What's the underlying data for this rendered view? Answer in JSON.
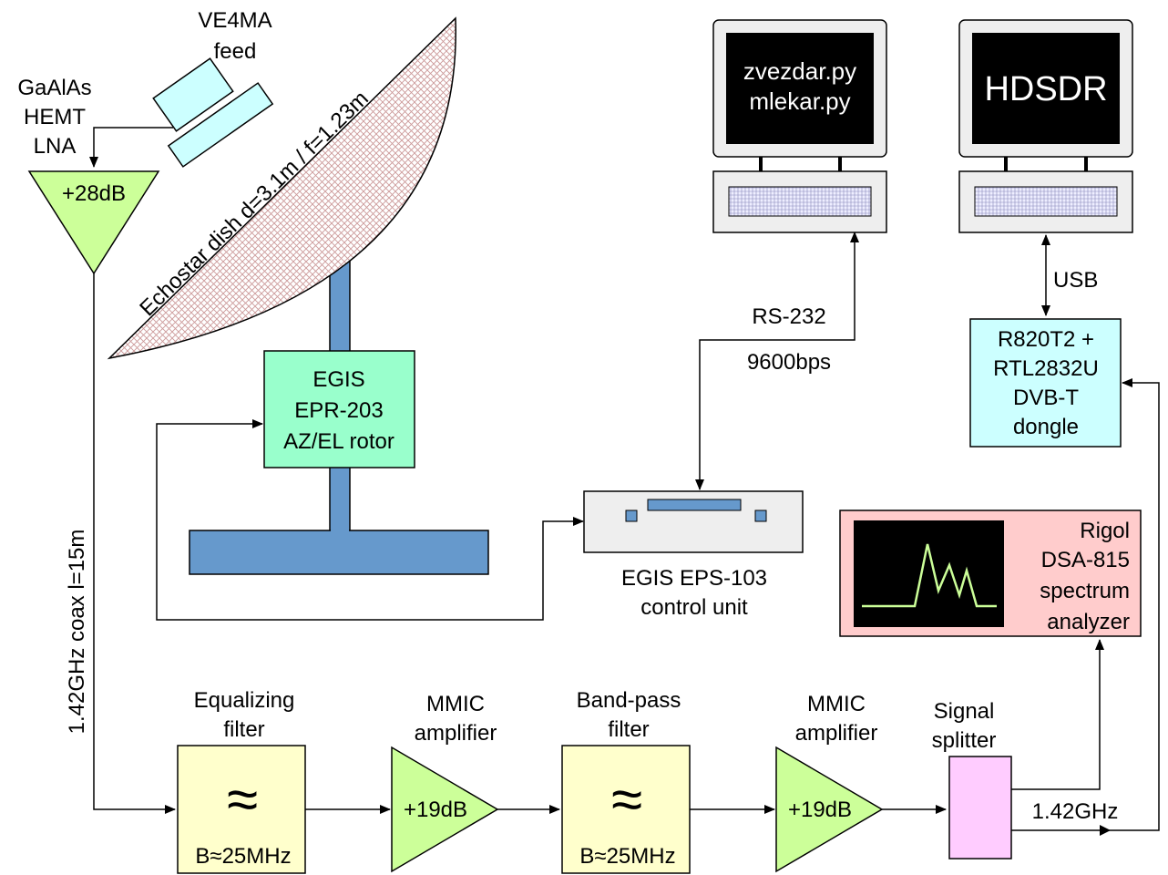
{
  "antenna": {
    "feed_label": [
      "VE4MA",
      "feed"
    ],
    "dish_label": "Echostar dish d=3.1m / f=1.23m",
    "lna_label": [
      "GaAlAs",
      "HEMT",
      "LNA"
    ],
    "lna_gain": "+28dB",
    "coax_label": "1.42GHz coax l=15m",
    "colors": {
      "lna": "#ccff99",
      "feed": "#ccffff",
      "mount": "#6699cc",
      "dish_hatch": "#cc9999"
    }
  },
  "rotor": {
    "label": [
      "EGIS",
      "EPR-203",
      "AZ/EL rotor"
    ],
    "color": "#99ffcc"
  },
  "control_unit": {
    "label": [
      "EGIS EPS-103",
      "control unit"
    ]
  },
  "computers": {
    "left_screen": [
      "zvezdar.py",
      "mlekar.py"
    ],
    "right_screen": "HDSDR",
    "link_left": [
      "RS-232",
      "9600bps"
    ],
    "link_right": "USB"
  },
  "dongle": {
    "label": [
      "R820T2 +",
      "RTL2832U",
      "DVB-T",
      "dongle"
    ],
    "color": "#ccffff"
  },
  "analyzer": {
    "label": [
      "Rigol",
      "DSA-815",
      "spectrum",
      "analyzer"
    ],
    "color": "#ffcccc",
    "trace_color": "#ccff99"
  },
  "chain": {
    "eq_filter": {
      "title": [
        "Equalizing",
        "filter"
      ],
      "symbol": "≈",
      "bandwidth": "B≈25MHz"
    },
    "amp1": {
      "title": [
        "MMIC",
        "amplifier"
      ],
      "gain": "+19dB"
    },
    "bp_filter": {
      "title": [
        "Band-pass",
        "filter"
      ],
      "symbol": "≈",
      "bandwidth": "B≈25MHz"
    },
    "amp2": {
      "title": [
        "MMIC",
        "amplifier"
      ],
      "gain": "+19dB"
    },
    "splitter": {
      "title": [
        "Signal",
        "splitter"
      ],
      "color": "#ffccff"
    },
    "freq_label": "1.42GHz",
    "colors": {
      "filter": "#ffffcc",
      "amp": "#ccff99"
    }
  }
}
